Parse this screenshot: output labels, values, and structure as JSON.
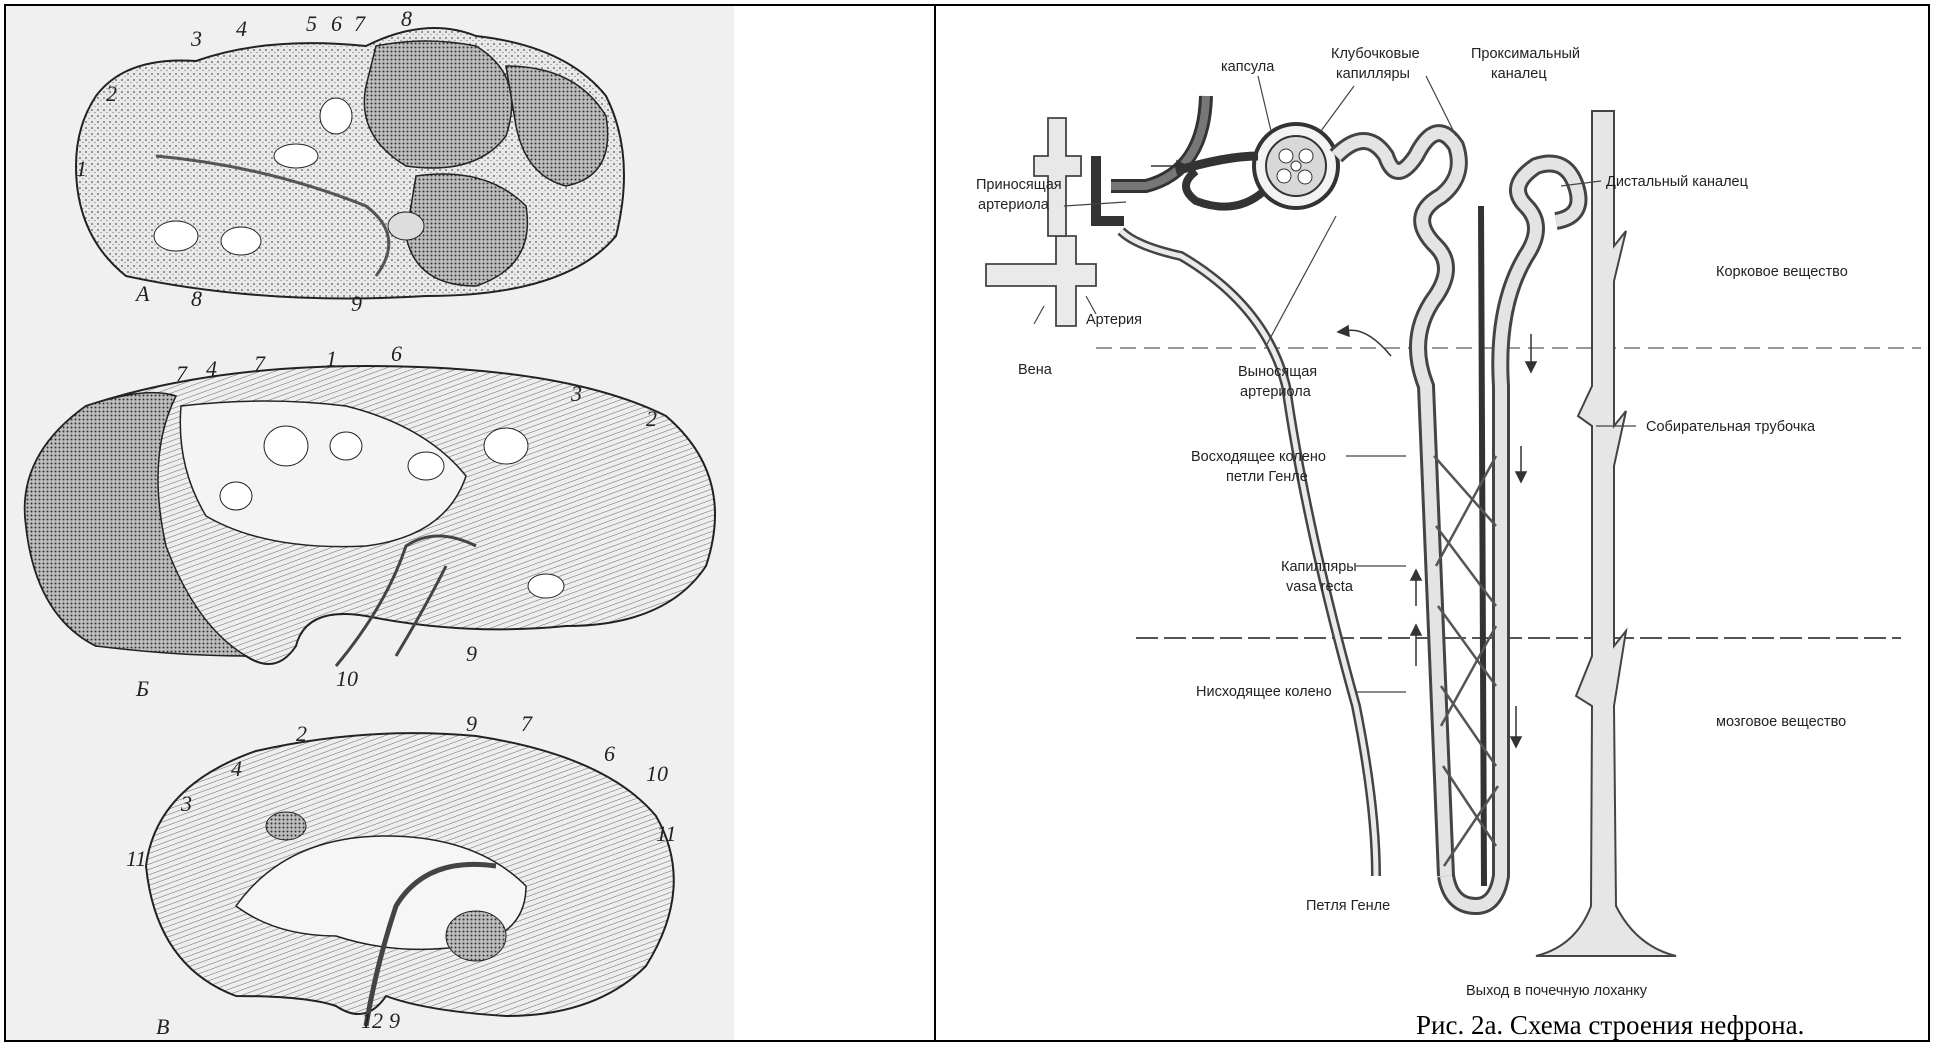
{
  "left_figure": {
    "views": [
      {
        "letter": "А",
        "numbers": [
          "1",
          "2",
          "3",
          "4",
          "5",
          "6",
          "7",
          "8",
          "8",
          "9"
        ]
      },
      {
        "letter": "Б",
        "numbers": [
          "7",
          "4",
          "7",
          "1",
          "6",
          "3",
          "2",
          "10",
          "9"
        ]
      },
      {
        "letter": "В",
        "numbers": [
          "2",
          "9",
          "7",
          "6",
          "10",
          "4",
          "3",
          "11",
          "11",
          "12",
          "9"
        ]
      }
    ]
  },
  "nephron": {
    "labels": {
      "capsule": "капсула",
      "glomerular_caps_1": "Клубочковые",
      "glomerular_caps_2": "капилляры",
      "proximal_1": "Проксимальный",
      "proximal_2": "каналец",
      "afferent_1": "Приносящая",
      "afferent_2": "артериола",
      "distal": "Дистальный каналец",
      "cortex": "Корковое вещество",
      "artery": "Артерия",
      "vein": "Вена",
      "efferent_1": "Выносящая",
      "efferent_2": "артериола",
      "collecting": "Собирательная трубочка",
      "ascending_1": "Восходящее колено",
      "ascending_2": "петли Генле",
      "vasa_1": "Капилляры",
      "vasa_2": "vasa recta",
      "descending": "Нисходящее колено",
      "medulla": "мозговое вещество",
      "loop": "Петля Генле",
      "exit": "Выход в почечную лоханку"
    },
    "caption": "Рис. 2а. Схема строения нефрона."
  }
}
